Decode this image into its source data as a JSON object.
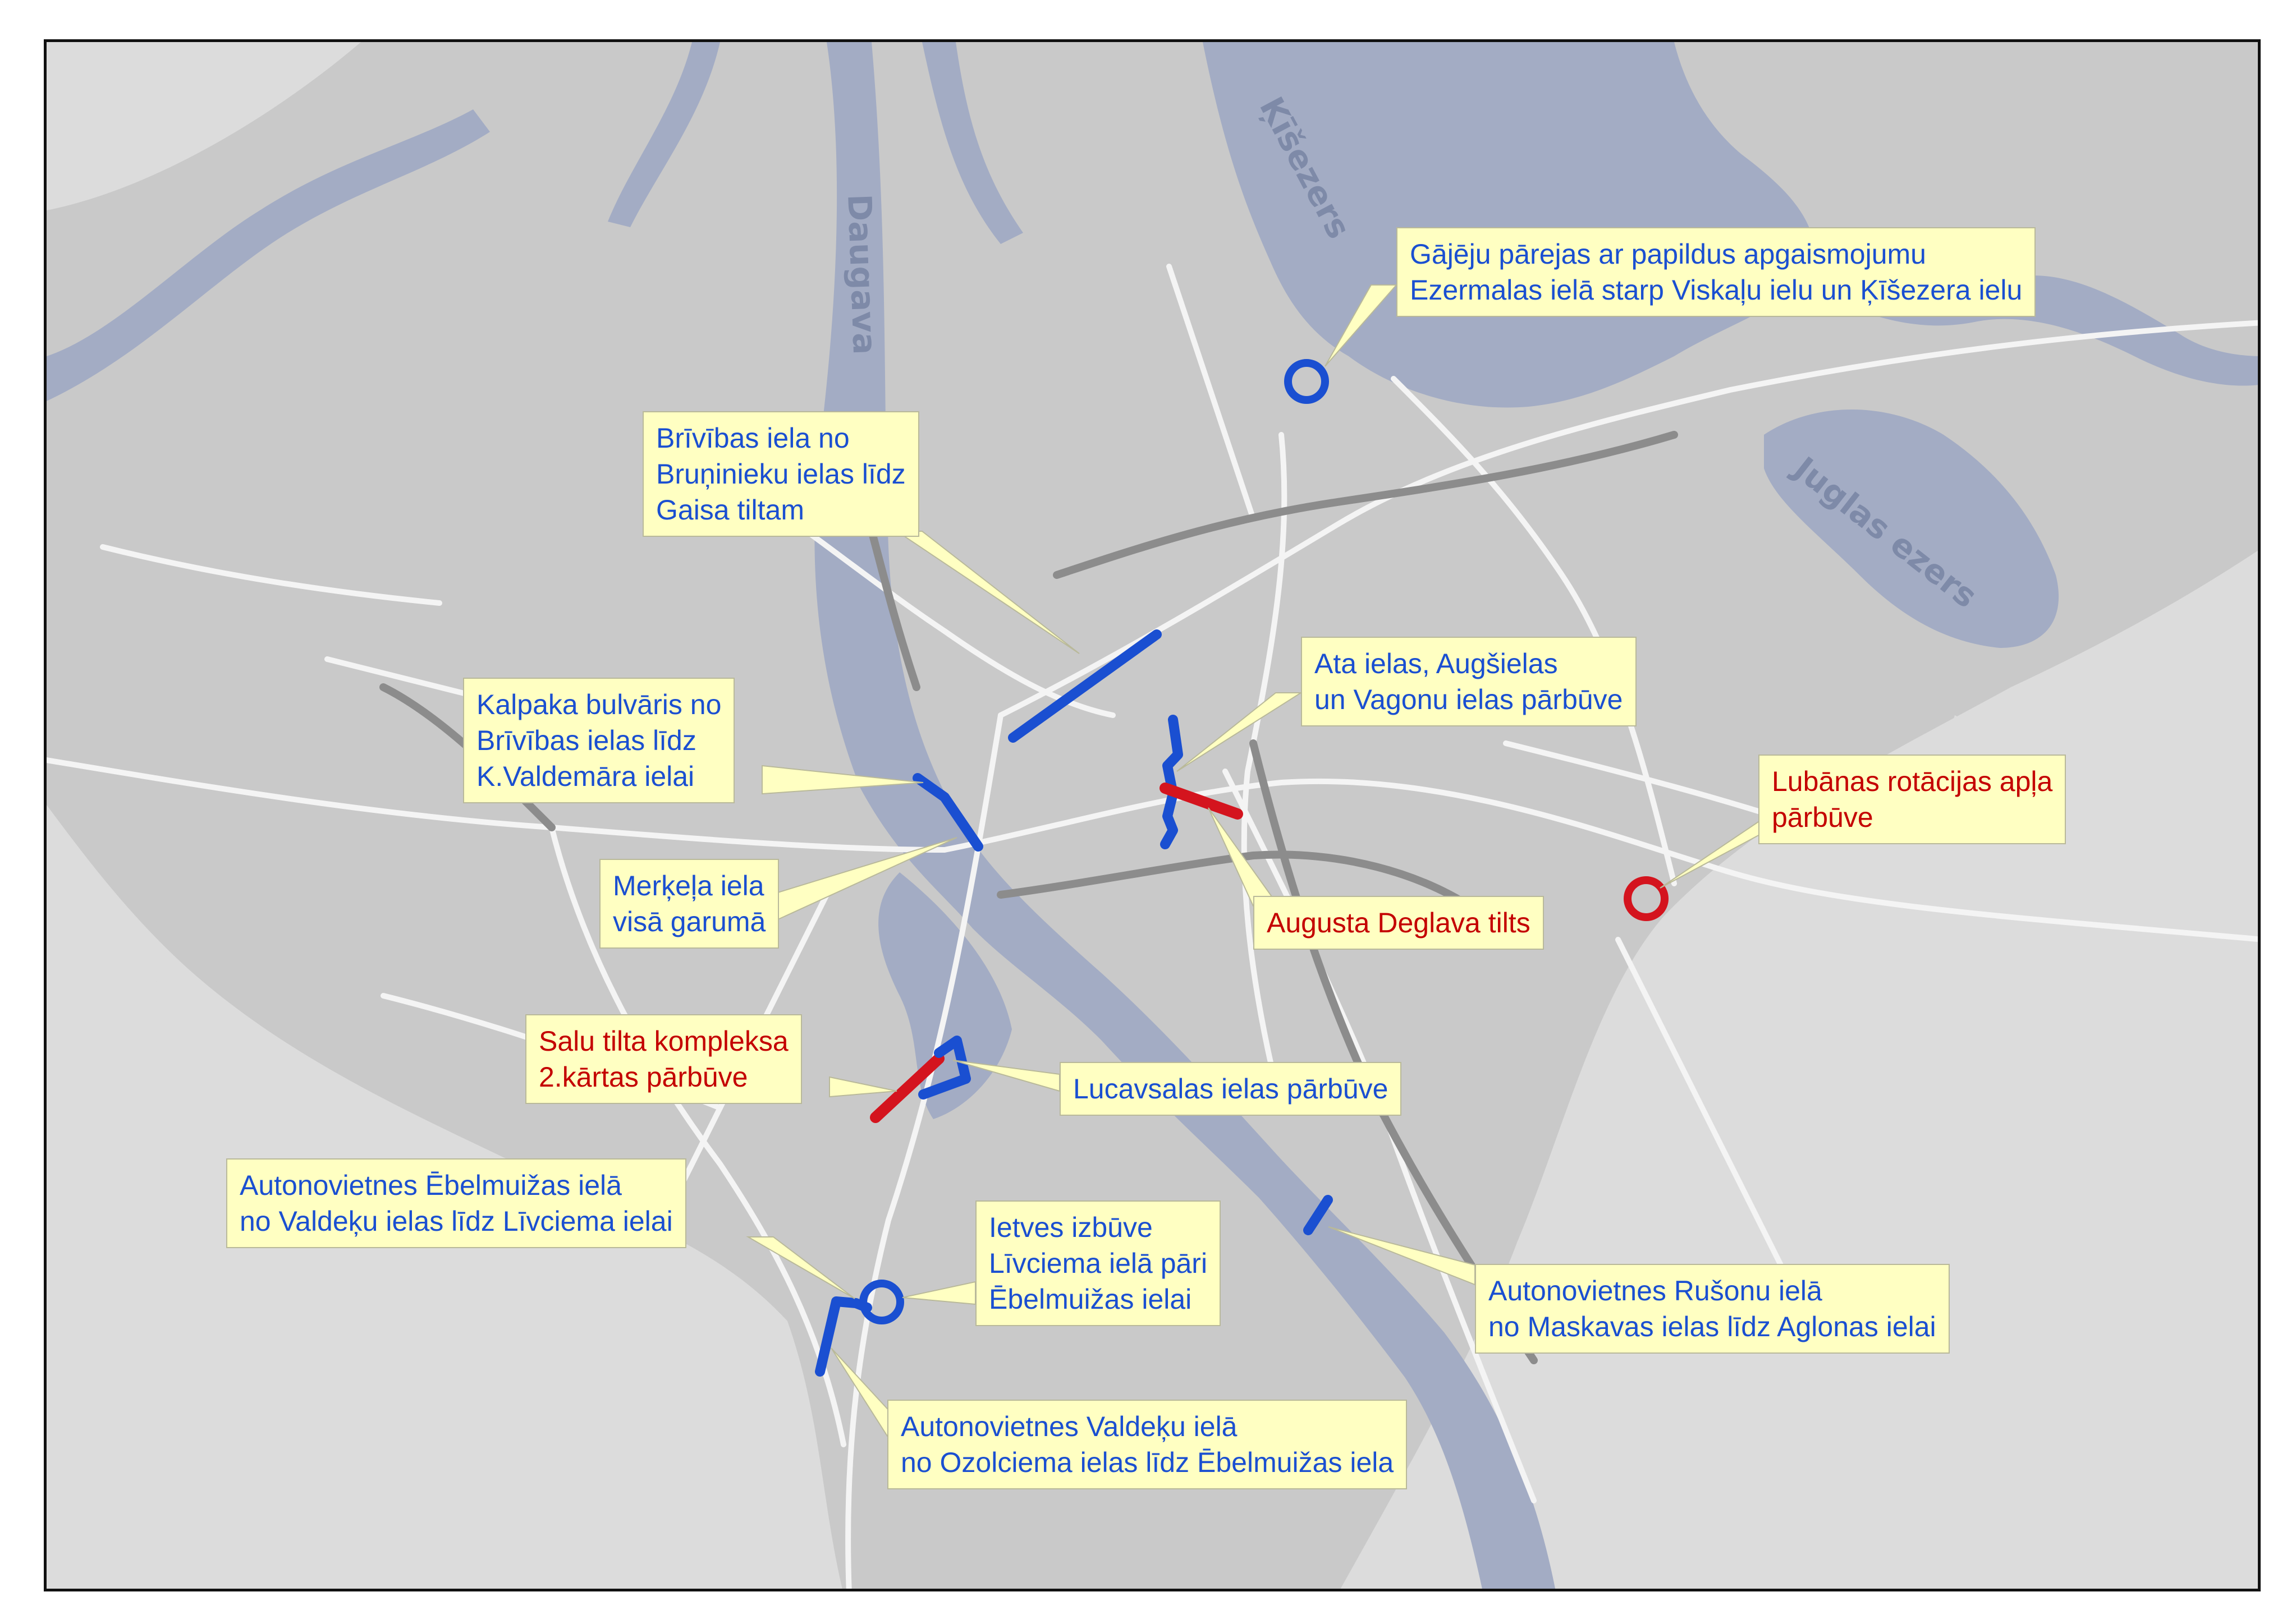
{
  "map": {
    "water_labels": {
      "kisezers": "Ķīšezers",
      "daugava": "Daugava",
      "juglas": "Juglas ezers"
    },
    "colors": {
      "background": "#dcdcdc",
      "land": "#c9c9c9",
      "water": "#a3acc4",
      "roads": "#f7f7f7",
      "rail": "#8c8c8c",
      "highlight_blue": "#1a4fd1",
      "highlight_red": "#d4141e",
      "callout_bg": "#ffffc2"
    },
    "callouts": [
      {
        "id": "gajeju",
        "color": "blue",
        "lines": [
          "Gājēju pārejas ar papildus apgaismojumu",
          "Ezermalas ielā starp Viskaļu ielu un Ķīšezera ielu"
        ]
      },
      {
        "id": "brivibas",
        "color": "blue",
        "lines": [
          "Brīvības iela no",
          "Bruņinieku ielas līdz",
          "Gaisa tiltam"
        ]
      },
      {
        "id": "ata",
        "color": "blue",
        "lines": [
          "Ata ielas, Augšielas",
          "un Vagonu ielas pārbūve"
        ]
      },
      {
        "id": "kalpaka",
        "color": "blue",
        "lines": [
          "Kalpaka bulvāris no",
          "Brīvības ielas līdz",
          "K.Valdemāra ielai"
        ]
      },
      {
        "id": "lubanas",
        "color": "red",
        "lines": [
          "Lubānas rotācijas apļa",
          "pārbūve"
        ]
      },
      {
        "id": "merkela",
        "color": "blue",
        "lines": [
          "Merķeļa iela",
          "visā garumā"
        ]
      },
      {
        "id": "deglava",
        "color": "red",
        "lines": [
          "Augusta Deglava tilts"
        ]
      },
      {
        "id": "salu",
        "color": "red",
        "lines": [
          "Salu tilta kompleksa",
          "2.kārtas pārbūve"
        ]
      },
      {
        "id": "lucavsalas",
        "color": "blue",
        "lines": [
          "Lucavsalas ielas pārbūve"
        ]
      },
      {
        "id": "ebelmuizas",
        "color": "blue",
        "lines": [
          "Autonovietnes Ēbelmuižas ielā",
          "no Valdeķu ielas līdz Līvciema ielai"
        ]
      },
      {
        "id": "ietves",
        "color": "blue",
        "lines": [
          "Ietves izbūve",
          "Līvciema ielā pāri",
          "Ēbelmuižas ielai"
        ]
      },
      {
        "id": "rusonu",
        "color": "blue",
        "lines": [
          "Autonovietnes Rušonu ielā",
          "no Maskavas ielas līdz Aglonas ielai"
        ]
      },
      {
        "id": "valdeku",
        "color": "blue",
        "lines": [
          "Autonovietnes Valdeķu ielā",
          "no Ozolciema ielas līdz Ēbelmuižas iela"
        ]
      }
    ]
  }
}
